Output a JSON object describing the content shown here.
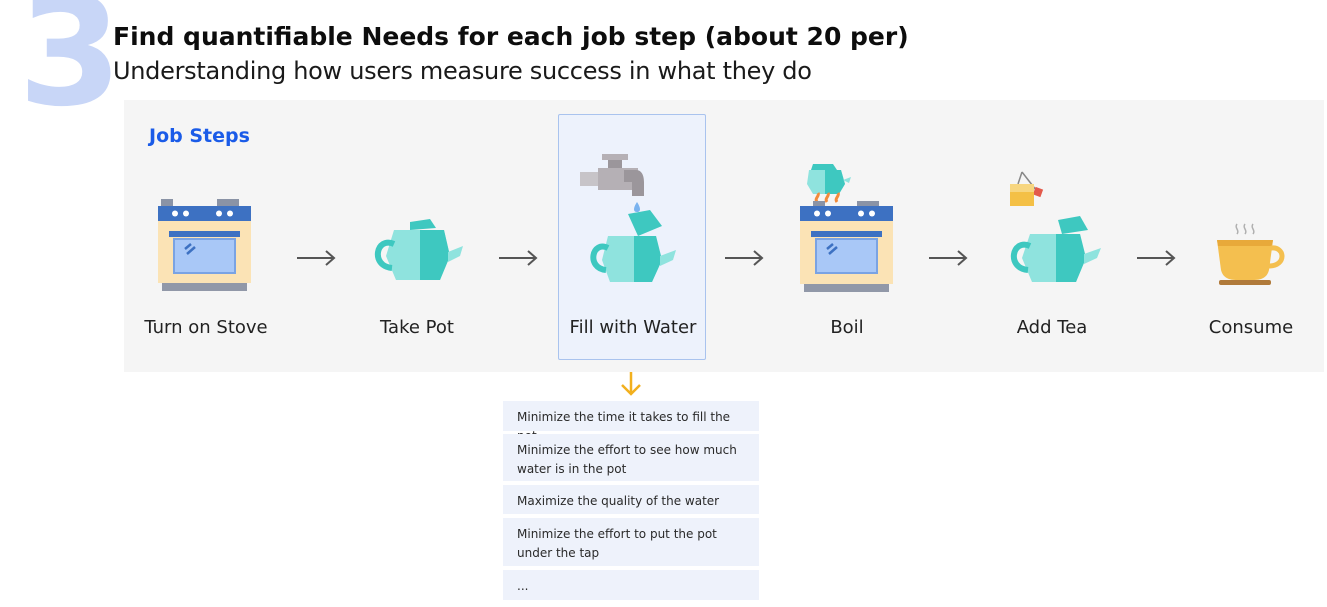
{
  "section_number": "3",
  "title": "Find quantifiable Needs for each job step (about 20 per)",
  "subtitle": "Understanding how users measure success in what they do",
  "panel_label": "Job Steps",
  "steps": [
    {
      "label": "Turn on Stove",
      "icon": "stove-icon"
    },
    {
      "label": "Take Pot",
      "icon": "teapot-icon"
    },
    {
      "label": "Fill with Water",
      "icon": "faucet-teapot-icon",
      "highlighted": true
    },
    {
      "label": "Boil",
      "icon": "stove-with-teapot-icon"
    },
    {
      "label": "Add Tea",
      "icon": "teabag-teapot-icon"
    },
    {
      "label": "Consume",
      "icon": "teacup-icon"
    }
  ],
  "needs": [
    "Minimize the time it takes to fill the pot",
    "Minimize the effort to see how much water is in the pot",
    "Maximize the quality of the water",
    "Minimize the effort to put the pot under the tap",
    "..."
  ],
  "colors": {
    "accent_blue": "#1a5be8",
    "number_tint": "#c8d6f7",
    "highlight_border": "#a9c3ee",
    "down_arrow": "#f2b01e",
    "teapot_dark": "#3ec8c0",
    "teapot_light": "#8fe3de",
    "stove_body": "#fbe3b5",
    "stove_top": "#3d71c2"
  }
}
